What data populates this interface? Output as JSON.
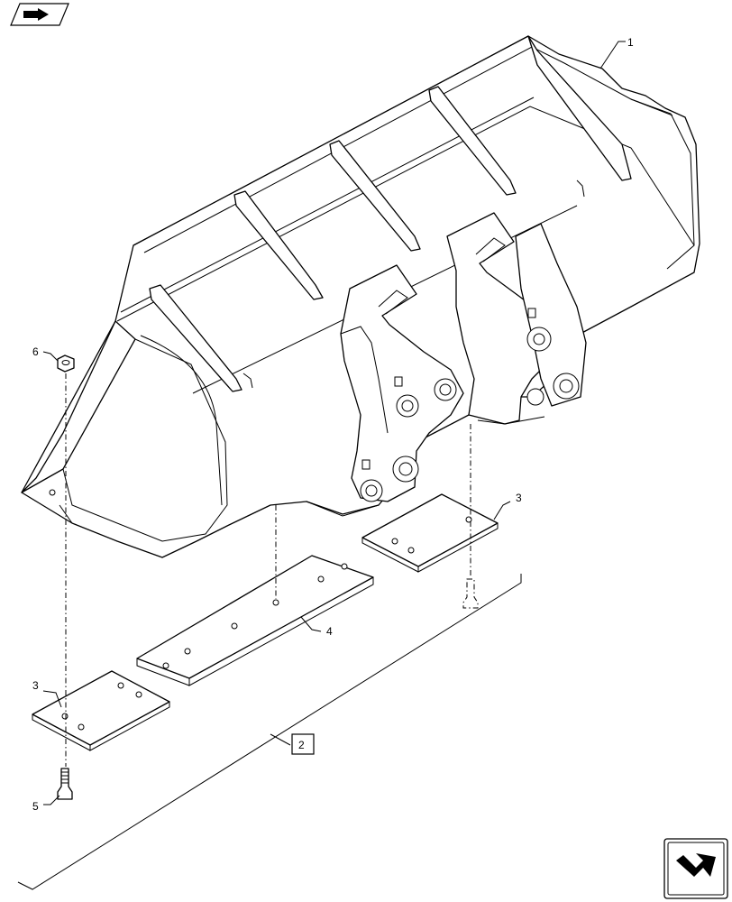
{
  "callouts": {
    "c1": "1",
    "c2": "2",
    "c3a": "3",
    "c3b": "3",
    "c4": "4",
    "c5": "5",
    "c6": "6"
  },
  "icons": {
    "top_left": "navigation-arrow-icon",
    "bottom_right": "next-page-arrow-icon"
  }
}
